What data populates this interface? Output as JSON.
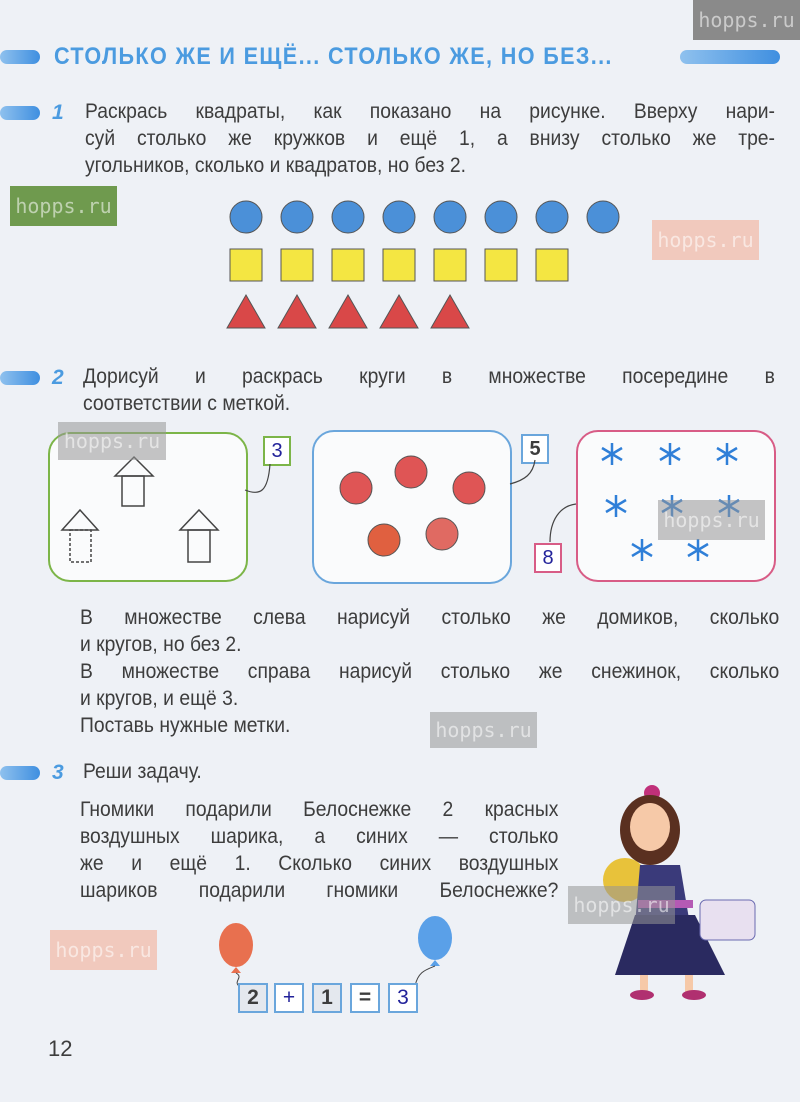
{
  "watermark": "hopps.ru",
  "title": "СТОЛЬКО ЖЕ И ЕЩЁ... СТОЛЬКО ЖЕ, НО БЕЗ...",
  "task1": {
    "number": "1",
    "lines": [
      "Раскрась квадраты, как показано на рисунке. Вверху нари-",
      "суй столько же кружков и ещё 1, а внизу столько же тре-",
      "угольников, сколько и квадратов, но без 2."
    ],
    "circles": 8,
    "squares": 7,
    "triangles": 5
  },
  "task2": {
    "number": "2",
    "lines": [
      "Дорисуй и раскрась круги в множестве посередине в",
      "соответствии с меткой."
    ],
    "labels": {
      "left": "3",
      "middle": "5",
      "right": "8"
    },
    "instructions": [
      "В множестве слева нарисуй столько же домиков, сколько",
      "и кругов, но без 2.",
      "В множестве справа нарисуй столько же снежинок, сколько",
      "и кругов, и ещё 3.",
      "Поставь нужные метки."
    ]
  },
  "task3": {
    "number": "3",
    "heading": "Реши задачу.",
    "lines": [
      "Гномики подарили Белоснежке 2 красных",
      "воздушных шарика, а синих — столько",
      "же и ещё 1. Сколько синих воздушных",
      "шариков подарили гномики Белоснежке?"
    ],
    "equation": [
      "2",
      "+",
      "1",
      "=",
      "3"
    ]
  },
  "page_number": "12",
  "colors": {
    "accent": "#4b9be0",
    "circle": "#4b90d8",
    "square": "#f4e642",
    "triangle": "#d94848"
  }
}
